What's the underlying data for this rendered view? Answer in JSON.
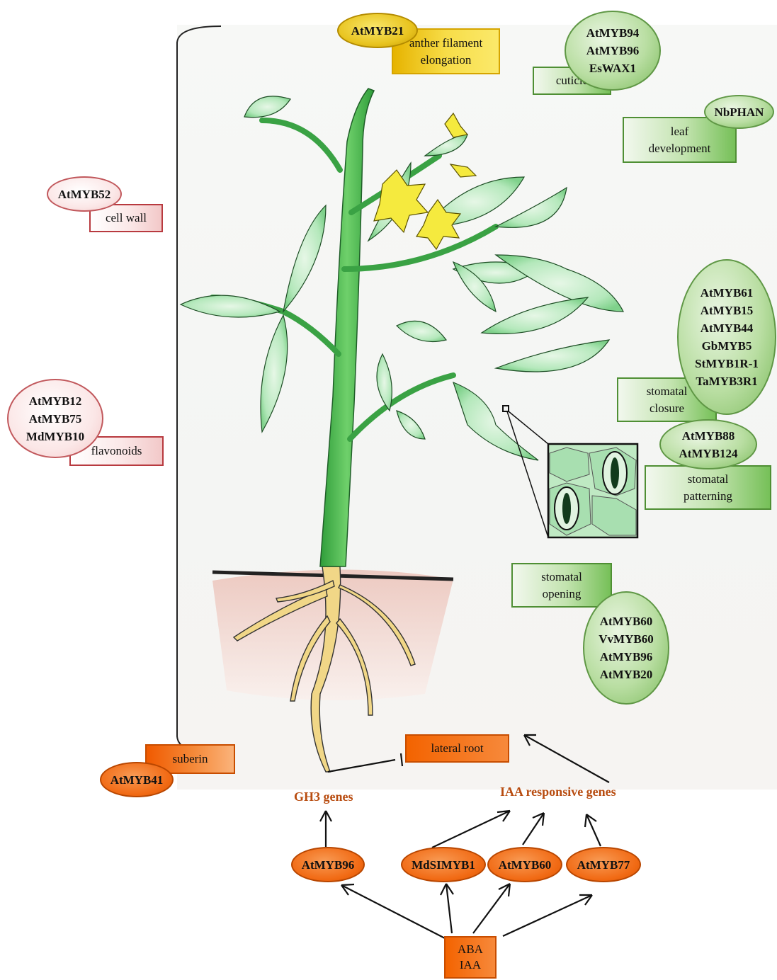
{
  "top": {
    "anther": {
      "gene": "AtMYB21",
      "label": "anther filament\nelongation"
    },
    "cuticle": {
      "genes": "AtMYB94\nAtMYB96\nEsWAX1",
      "label": "cuticle"
    },
    "leaf": {
      "gene": "NbPHAN",
      "label": "leaf\ndevelopment"
    }
  },
  "left": {
    "cellwall": {
      "gene": "AtMYB52",
      "label": "cell wall"
    },
    "flavonoids": {
      "genes": "AtMYB12\nAtMYB75\nMdMYB10",
      "label": "flavonoids"
    }
  },
  "right": {
    "closure": {
      "genes": "AtMYB61\nAtMYB15\nAtMYB44\nGbMYB5\nStMYB1R-1\nTaMYB3R1",
      "label": "stomatal\nclosure"
    },
    "patterning": {
      "genes": "AtMYB88\nAtMYB124",
      "label": "stomatal\npatterning"
    },
    "opening": {
      "genes": "AtMYB60\nVvMYB60\nAtMYB96\nAtMYB20",
      "label": "stomatal\nopening"
    }
  },
  "root": {
    "suberin": {
      "gene": "AtMYB41",
      "label": "suberin"
    },
    "lateral": "lateral root",
    "gh3": "GH3 genes",
    "iaa": "IAA responsive genes",
    "myb96": "AtMYB96",
    "mdsl": "MdSIMYB1",
    "myb60": "AtMYB60",
    "myb77": "AtMYB77",
    "hormones": "ABA\nIAA"
  },
  "colors": {
    "green": "#4f8f34",
    "red": "#b83a3f",
    "yellow": "#d6a500",
    "orange": "#e85f00",
    "stem": "#4cb94e",
    "leaf": "#9fe0a6",
    "root": "#f0d27a"
  }
}
